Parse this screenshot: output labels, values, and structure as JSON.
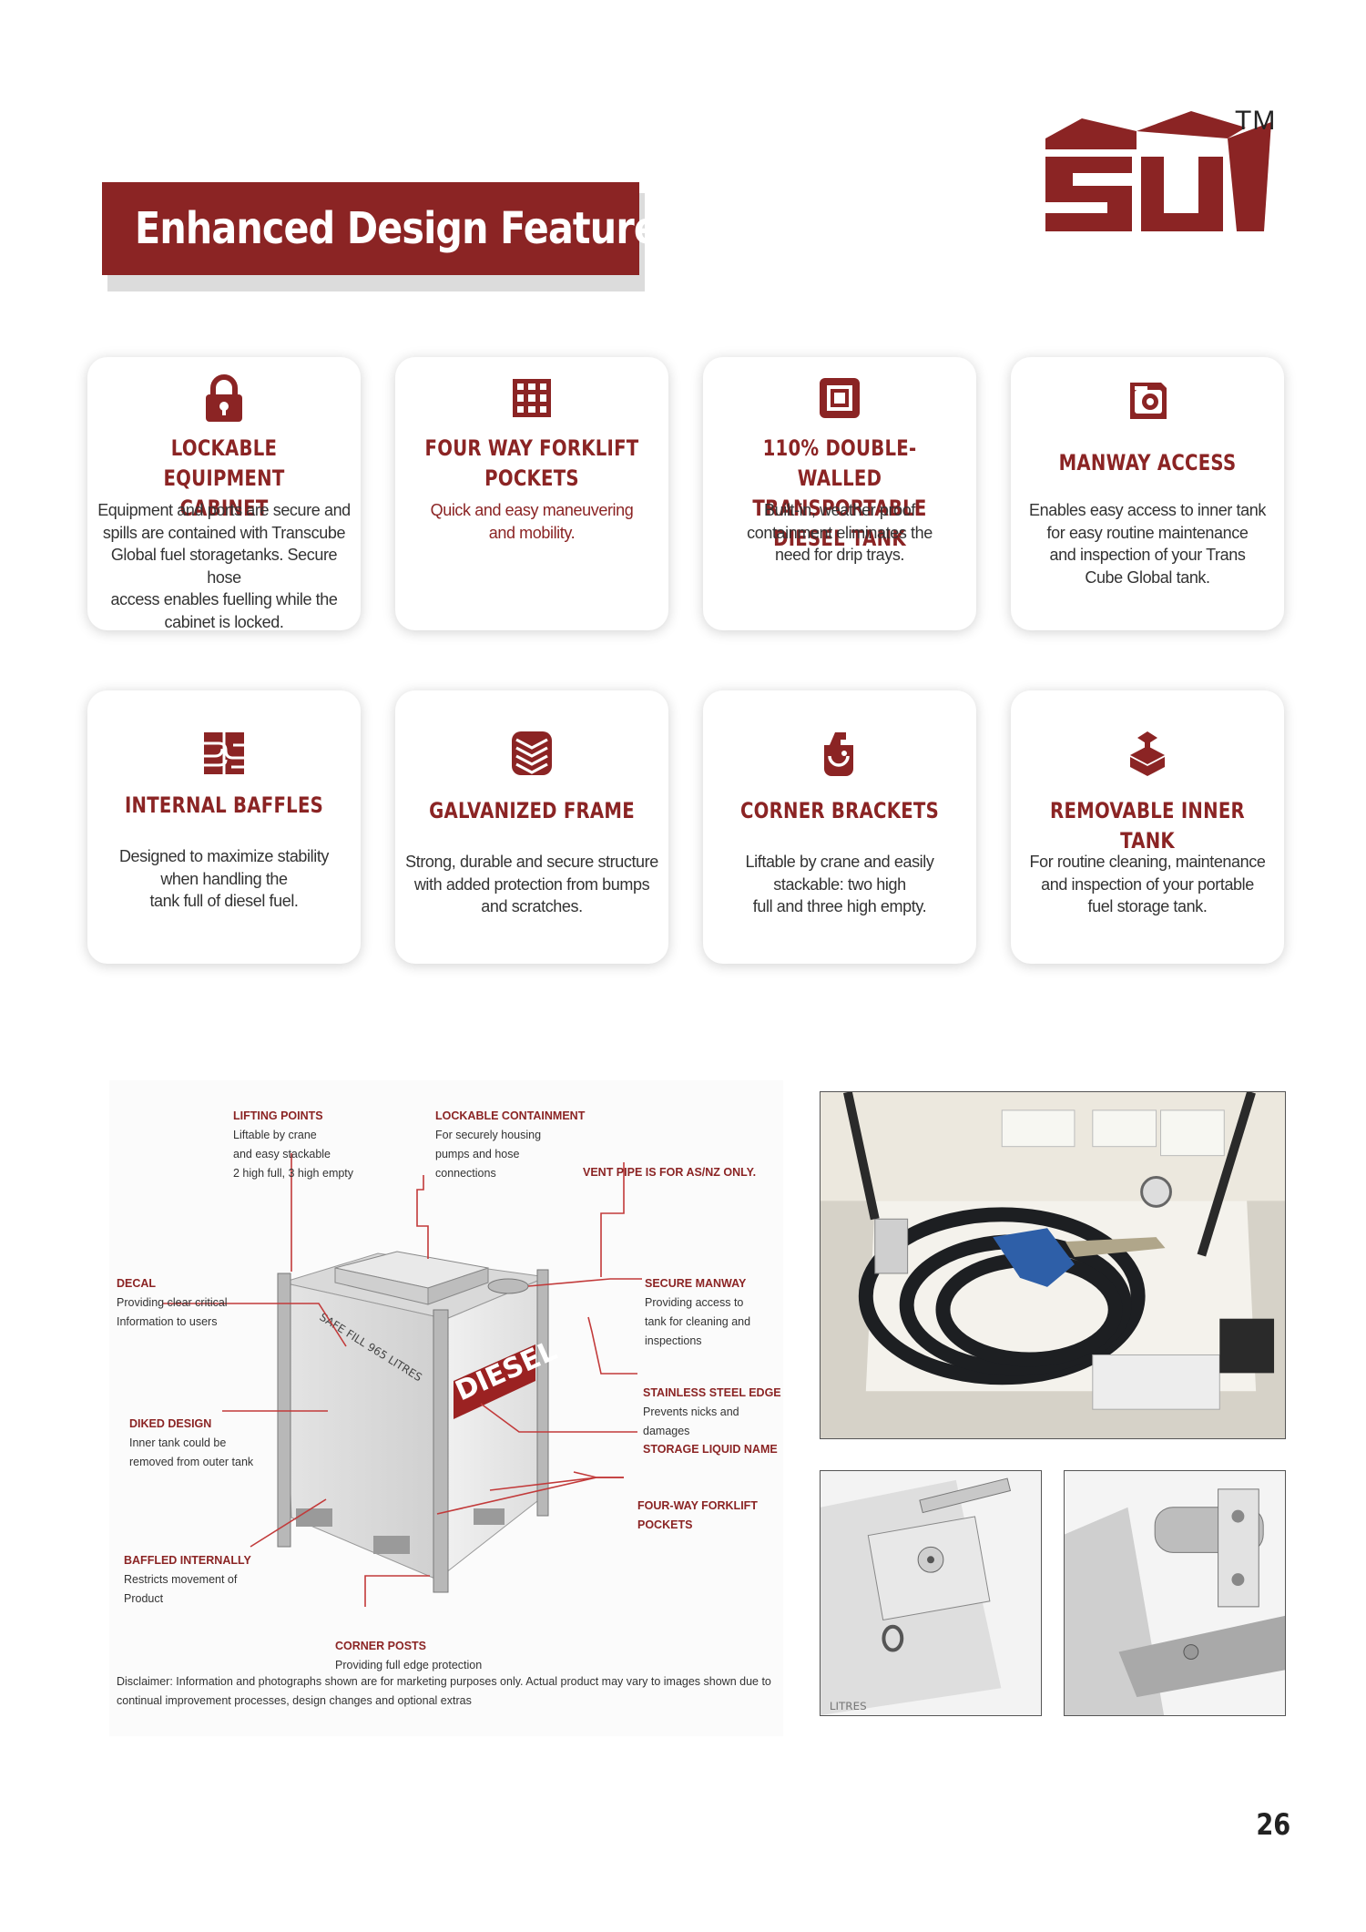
{
  "header": {
    "title": "Enhanced Design Features",
    "trademark": "TM"
  },
  "brand": {
    "accent": "#8b2424"
  },
  "features": [
    {
      "icon": "padlock-icon",
      "title": "LOCKABLE EQUIPMENT\nCABINET",
      "desc": "Equipment and ports are secure and\nspills are contained with Transcube\nGlobal fuel storagetanks. Secure hose\naccess enables fuelling  while the\ncabinet is locked.",
      "highlight": false
    },
    {
      "icon": "forklift-grid-icon",
      "title": "FOUR WAY FORKLIFT\nPOCKETS",
      "desc": "Quick and easy maneuvering\nand mobility.",
      "highlight": true
    },
    {
      "icon": "double-wall-icon",
      "title": "110% DOUBLE-WALLED\nTRANSPORTABLE DIESEL TANK",
      "desc": "Built-in, weather proof\ncontainment eliminates the\nneed for drip trays.",
      "highlight": false
    },
    {
      "icon": "manway-icon",
      "title": "MANWAY ACCESS",
      "desc": "Enables easy access to inner tank\nfor easy routine maintenance\nand  inspection of your Trans\nCube Global tank.",
      "highlight": false
    },
    {
      "icon": "baffles-icon",
      "title": "INTERNAL BAFFLES",
      "desc": "Designed to maximize stability\nwhen handling the\ntank full of diesel fuel.",
      "highlight": false
    },
    {
      "icon": "galvanized-frame-icon",
      "title": "GALVANIZED FRAME",
      "desc": "Strong, durable and secure structure\nwith added protection from bumps\nand scratches.",
      "highlight": false
    },
    {
      "icon": "corner-bracket-icon",
      "title": "CORNER BRACKETS",
      "desc": "Liftable by crane and easily\nstackable: two high\nfull and three high empty.",
      "highlight": false
    },
    {
      "icon": "removable-tank-icon",
      "title": "REMOVABLE INNER TANK",
      "desc": "For routine cleaning, maintenance\nand inspection  of your portable\nfuel storage tank.",
      "highlight": false
    }
  ],
  "diagram": {
    "tank_text": {
      "brand": "DIESEL",
      "fill": "SAFE FILL 965 LITRES"
    },
    "labels": [
      {
        "heading": "LIFTING POINTS",
        "text": "Liftable by crane\nand easy stackable\n2 high full, 3 high empty"
      },
      {
        "heading": "LOCKABLE CONTAINMENT",
        "text": "For securely housing\npumps and hose\n connections"
      },
      {
        "heading": "VENT PIPE IS FOR AS/NZ ONLY.",
        "text": ""
      },
      {
        "heading": "DECAL",
        "text": "Providing clear critical\nInformation to users"
      },
      {
        "heading": "SECURE MANWAY",
        "text": " Providing access to\n tank for cleaning and\n inspections"
      },
      {
        "heading": "STAINLESS STEEL EDGE",
        "text": "Prevents nicks and\ndamages"
      },
      {
        "heading": "STORAGE LIQUID NAME",
        "text": ""
      },
      {
        "heading": "DIKED DESIGN",
        "text": "Inner tank could be\nremoved from outer tank"
      },
      {
        "heading": "FOUR-WAY FORKLIFT\nPOCKETS",
        "text": ""
      },
      {
        "heading": "BAFFLED INTERNALLY",
        "text": "Restricts movement of\nProduct"
      },
      {
        "heading": "CORNER POSTS",
        "text": "Providing full edge protection"
      }
    ],
    "disclaimer": "Disclaimer: Information and photographs shown are for marketing purposes only. Actual product may vary to images shown due to continual improvement processes, design changes and optional extras"
  },
  "photos": {
    "cabinet_interior": "fuel-cabinet-photo",
    "manway_closeup": "manway-photo",
    "corner_bracket_closeup": "bracket-photo",
    "closeup_text": "LITRES"
  },
  "page_number": "26"
}
